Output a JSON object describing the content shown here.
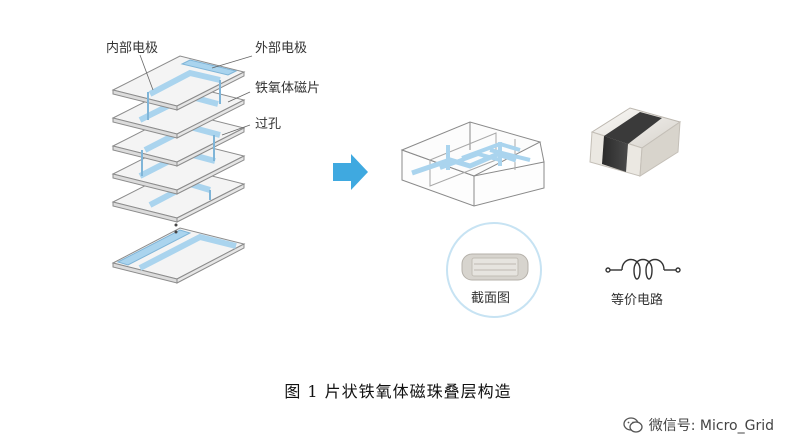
{
  "labels": {
    "inner_electrode": "内部电极",
    "outer_electrode": "外部电极",
    "ferrite_sheet": "铁氧体磁片",
    "via_hole": "过孔",
    "cross_section": "截面图",
    "equivalent_circuit": "等价电路"
  },
  "caption": "图 1  片状铁氧体磁珠叠层构造",
  "watermark": {
    "text": "微信号: Micro_Grid",
    "icon": "wechat-icon"
  },
  "colors": {
    "electrode_blue": "#aad4ee",
    "arrow_blue": "#3fa9e0",
    "chip_dark": "#3b3b3b",
    "chip_light": "#e9e6e0"
  }
}
